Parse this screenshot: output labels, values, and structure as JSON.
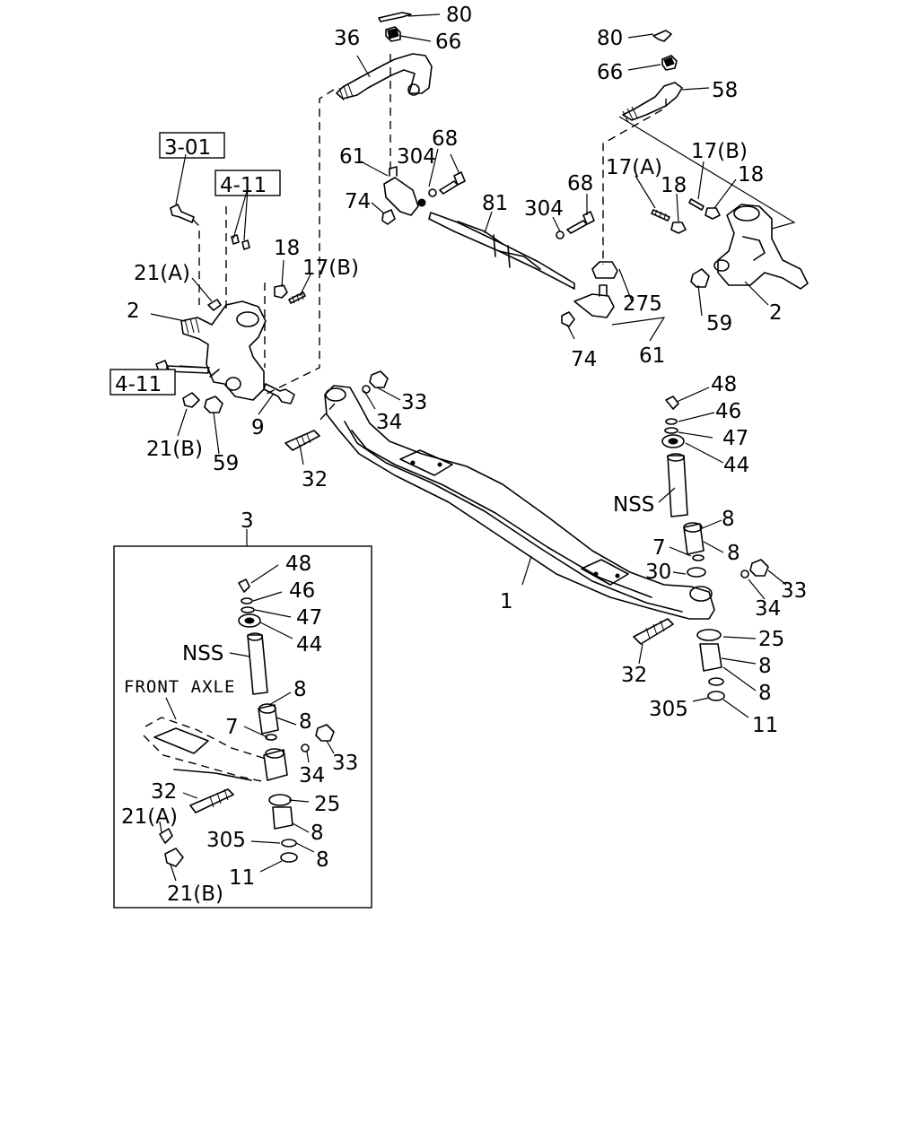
{
  "diagram": {
    "reference_boxes": [
      "3-01",
      "4-11",
      "4-11"
    ],
    "inset_caption": "FRONT AXLE",
    "inset_label": "3",
    "callouts": {
      "c80a": "80",
      "c66a": "66",
      "c36": "36",
      "c80b": "80",
      "c66b": "66",
      "c58": "58",
      "c68a": "68",
      "c61a": "61",
      "c304a": "304",
      "c74a": "74",
      "c81": "81",
      "c68b": "68",
      "c304b": "304",
      "c17b_top": "17(B)",
      "c17a": "17(A)",
      "c18a": "18",
      "c18b": "18",
      "c275": "275",
      "c74b": "74",
      "c61b": "61",
      "c59a": "59",
      "c2a": "2",
      "c18c": "18",
      "c17b_left": "17(B)",
      "c21a": "21(A)",
      "c2b": "2",
      "c33a": "33",
      "c34a": "34",
      "c9": "9",
      "c21b": "21(B)",
      "c59b": "59",
      "c32a": "32",
      "c48a": "48",
      "c46a": "46",
      "c47a": "47",
      "c44a": "44",
      "cnssa": "NSS",
      "c8a": "8",
      "c7a": "7",
      "c8b": "8",
      "c30": "30",
      "c1": "1",
      "c33b": "33",
      "c34b": "34",
      "c25a": "25",
      "c32b": "32",
      "c8c": "8",
      "c305a": "305",
      "c8d": "8",
      "c11a": "11",
      "c48b": "48",
      "c46b": "46",
      "c47b": "47",
      "c44b": "44",
      "cnssb": "NSS",
      "c8e": "8",
      "c7b": "7",
      "c8f": "8",
      "c33c": "33",
      "c34c": "34",
      "c32c": "32",
      "c25b": "25",
      "c21a_in": "21(A)",
      "c8g": "8",
      "c305b": "305",
      "c8h": "8",
      "c11b": "11",
      "c21b_in": "21(B)"
    }
  }
}
